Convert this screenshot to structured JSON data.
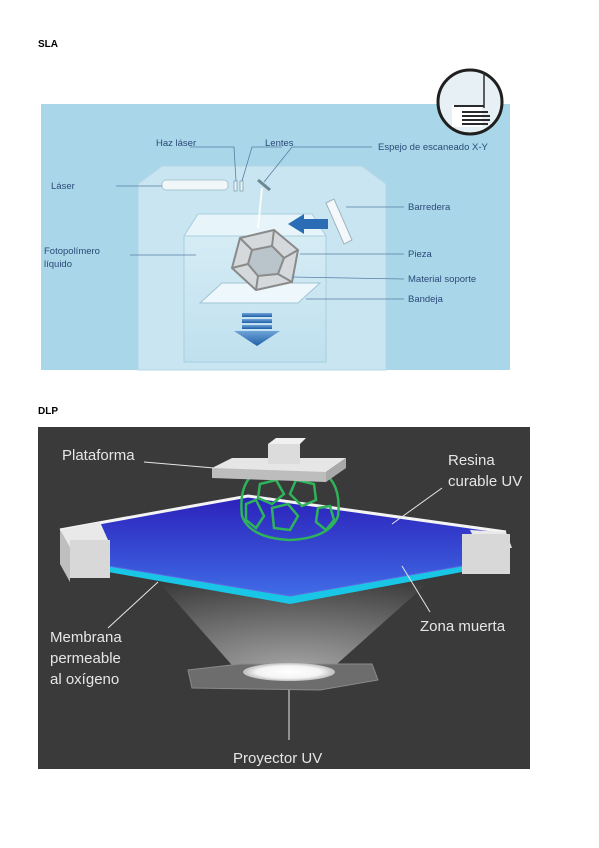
{
  "sla": {
    "heading": "SLA",
    "labels": {
      "laser": "Láser",
      "laser_beam": "Haz láser",
      "lenses": "Lentes",
      "scanning_mirror": "Espejo de escaneado X-Y",
      "recoater": "Barredera",
      "photopolymer_line1": "Fotopolímero",
      "photopolymer_line2": "líquido",
      "part": "Pieza",
      "support": "Material soporte",
      "tray": "Bandeja"
    },
    "colors": {
      "background": "#a9d6e8",
      "box": "#cfe8f2",
      "label": "#2b4a78",
      "arrow": "#2a6db5"
    }
  },
  "dlp": {
    "heading": "DLP",
    "labels": {
      "platform": "Plataforma",
      "resin_line1": "Resina",
      "resin_line2": "curable UV",
      "membrane_line1": "Membrana",
      "membrane_line2": "permeable",
      "membrane_line3": "al oxígeno",
      "dead_zone": "Zona muerta",
      "projector": "Proyector UV"
    },
    "colors": {
      "background": "#3a3a3a",
      "resin": "#3a2ad6",
      "dead_zone": "#19c6e6",
      "cage": "#2fb35a",
      "label": "#e6e6e6"
    }
  }
}
